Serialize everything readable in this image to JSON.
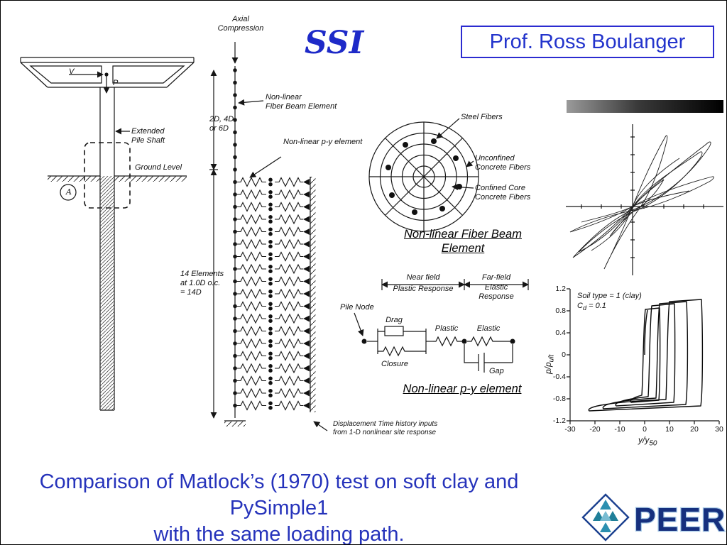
{
  "header": {
    "title": "SSI",
    "credit": "Prof. Ross Boulanger"
  },
  "pile_diagram": {
    "v": "V",
    "p": "P",
    "shaft": "Extended\nPile Shaft",
    "ground": "Ground Level",
    "section": "A"
  },
  "beam_model": {
    "axial": "Axial\nCompression",
    "fiber": "Non-linear\nFiber Beam Element",
    "py": "Non-linear p-y element",
    "dim_top": "2D, 4D\nor 6D",
    "dim_bottom": "14 Elements\nat 1.0D o.c.\n= 14D",
    "input": "Displacement Time history inputs\nfrom 1-D nonlinear site response"
  },
  "fiber_section": {
    "steel": "Steel Fibers",
    "unconfined": "Unconfined\nConcrete Fibers",
    "confined": "Confined Core\nConcrete Fibers",
    "caption": "Non-linear Fiber Beam Element"
  },
  "py_model": {
    "near_field": "Near field",
    "plastic_response": "Plastic Response",
    "far_field": "Far-field",
    "elastic_response": "Elastic\nResponse",
    "pile_node": "Pile Node",
    "drag": "Drag",
    "closure": "Closure",
    "plastic": "Plastic",
    "elastic": "Elastic",
    "gap": "Gap",
    "caption": "Non-linear p-y element"
  },
  "moment_plot": {
    "paths": [
      "M18,200 C55,175 80,152 102,128 C128,100 170,68 206,40 C212,34 215,37 208,47 C180,88 140,118 104,132 C70,146 38,178 18,200 Z",
      "M26,192 C60,176 88,148 104,126 C122,100 158,78 196,52 C200,49 202,52 197,60 C172,94 136,122 106,134 C76,147 46,172 26,192 Z",
      "M14,164 C55,152 85,138 102,128 C125,114 175,96 214,86 C218,85 217,89 210,93 C178,110 135,128 105,133 C70,140 36,152 14,164 Z",
      "M62,216 C80,180 92,152 102,128 C114,98 130,62 148,30 C150,26 152,28 150,36 C140,76 126,112 108,136 C92,158 74,190 62,216 Z",
      "M70,170 C85,152 95,140 103,129 C112,116 130,102 146,90 C134,112 118,126 106,133 C94,142 80,156 70,170 Z",
      "M30,150 C70,140 90,134 102,128 C118,120 150,112 182,106",
      "M44,190 C76,170 95,148 102,128 C110,108 132,84 168,60"
    ]
  },
  "py_chart": {
    "yticks": [
      "1.2",
      "0.8",
      "0.4",
      "0",
      "-0.4",
      "-0.8",
      "-1.2"
    ],
    "xticks": [
      "-30",
      "-20",
      "-10",
      "0",
      "10",
      "20",
      "30"
    ],
    "ylabel_base": "p/p",
    "ylabel_sub": "ult",
    "xlabel_base": "y/y",
    "xlabel_sub": "50",
    "ann1": "Soil type = 1 (clay)",
    "ann2_pre": "C",
    "ann2_sub": "d",
    "ann2_post": " = 0.1",
    "loops": [
      "M105,93 C105,72 106,46 109,30",
      "M101,150 C103,120 103,55 106,29 L126,27 C127,60 127,130 125,157 L86,160 C83,158 88,153 101,150 Z",
      "M110,152 C112,118 112,50 115,24 L147,21 C148,60 148,135 146,160 L65,165 C61,162 70,156 110,152 Z",
      "M121,154 C123,115 123,45 126,21 L164,18 C166,60 166,140 163,163 L47,169 C43,165 55,158 121,154 Z",
      "M135,156 C137,110 137,40 140,18 L185,15 C187,60 187,145 184,165 L27,172 C22,168 40,160 135,156 Z"
    ]
  },
  "chart_data": [
    {
      "type": "line",
      "title": "Pile hysteresis response (axes unlabeled, tick values unreadable)",
      "description": "Dense overlapping cyclic hysteresis loops crossing at the origin, drawn in thin black lines."
    },
    {
      "type": "line",
      "title": "",
      "xlabel": "y/y50",
      "ylabel": "p/pult",
      "xlim": [
        -30,
        30
      ],
      "ylim": [
        -1.2,
        1.2
      ],
      "xticks": [
        -30,
        -20,
        -10,
        0,
        10,
        20,
        30
      ],
      "yticks": [
        1.2,
        0.8,
        0.4,
        0,
        -0.4,
        -0.8,
        -1.2
      ],
      "annotations": [
        "Soil type = 1 (clay)",
        "Cd = 0.1"
      ],
      "grid": false,
      "series": [
        {
          "name": "cyclic p-y loops (approx amplitudes)",
          "cycles": [
            {
              "y_max": 6,
              "p_plateau": 0.85
            },
            {
              "y_max": 12,
              "p_plateau": 0.92
            },
            {
              "y_max": 17,
              "p_plateau": 0.97
            },
            {
              "y_max": 23,
              "p_plateau": 1.0
            }
          ]
        }
      ]
    }
  ],
  "caption": {
    "line1": "Comparison of Matlock’s (1970) test on soft clay and PySimple1",
    "line2": "with the same loading path."
  },
  "logo": {
    "text": "PEER"
  }
}
